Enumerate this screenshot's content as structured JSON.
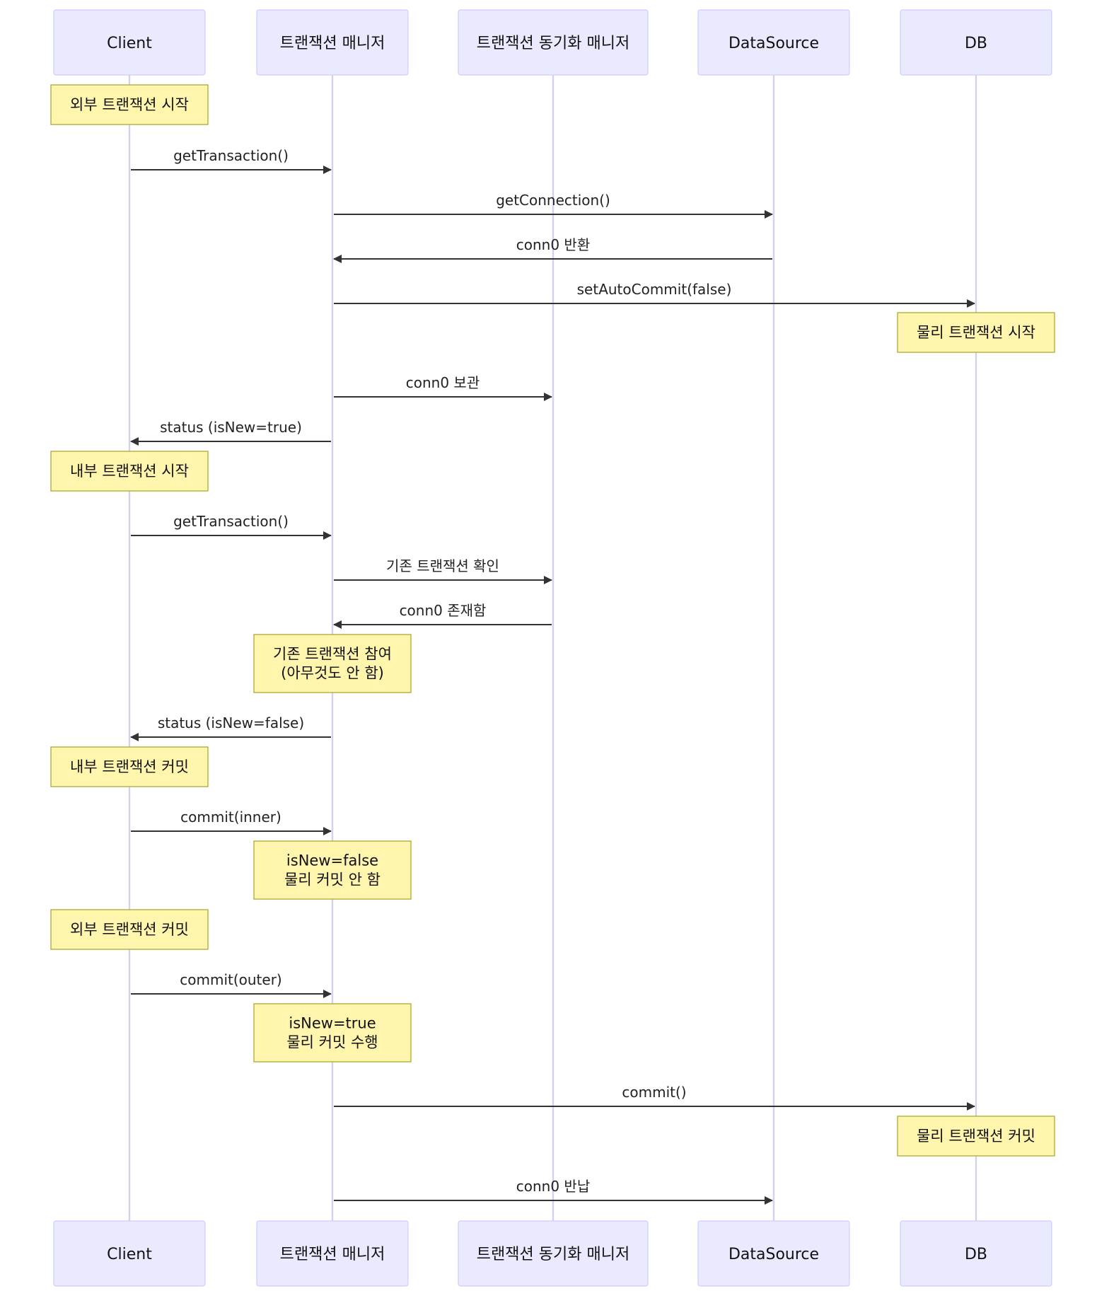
{
  "colors": {
    "actor_fill": "#eaeaff",
    "actor_border": "#ccccff",
    "lifeline": "#d6d0ee",
    "note_fill": "#fff5ad",
    "note_border": "#aaaa33",
    "arrow": "#333333"
  },
  "participants": [
    {
      "id": "client",
      "label": "Client"
    },
    {
      "id": "tm",
      "label": "트랜잭션 매니저"
    },
    {
      "id": "tsm",
      "label": "트랜잭션 동기화 매니저"
    },
    {
      "id": "ds",
      "label": "DataSource"
    },
    {
      "id": "db",
      "label": "DB"
    }
  ],
  "steps": [
    {
      "kind": "note",
      "over": "client",
      "lines": [
        "외부 트랜잭션 시작"
      ]
    },
    {
      "kind": "message",
      "from": "client",
      "to": "tm",
      "label": "getTransaction()"
    },
    {
      "kind": "message",
      "from": "tm",
      "to": "ds",
      "label": "getConnection()"
    },
    {
      "kind": "message",
      "from": "ds",
      "to": "tm",
      "label": "conn0 반환"
    },
    {
      "kind": "message",
      "from": "tm",
      "to": "db",
      "label": "setAutoCommit(false)"
    },
    {
      "kind": "note",
      "over": "db",
      "lines": [
        "물리 트랜잭션 시작"
      ]
    },
    {
      "kind": "message",
      "from": "tm",
      "to": "tsm",
      "label": "conn0 보관"
    },
    {
      "kind": "message",
      "from": "tm",
      "to": "client",
      "label": "status (isNew=true)"
    },
    {
      "kind": "note",
      "over": "client",
      "lines": [
        "내부 트랜잭션 시작"
      ]
    },
    {
      "kind": "message",
      "from": "client",
      "to": "tm",
      "label": "getTransaction()"
    },
    {
      "kind": "message",
      "from": "tm",
      "to": "tsm",
      "label": "기존 트랜잭션 확인"
    },
    {
      "kind": "message",
      "from": "tsm",
      "to": "tm",
      "label": "conn0 존재함"
    },
    {
      "kind": "note",
      "over": "tm",
      "lines": [
        "기존 트랜잭션 참여",
        "(아무것도 안 함)"
      ]
    },
    {
      "kind": "message",
      "from": "tm",
      "to": "client",
      "label": "status (isNew=false)"
    },
    {
      "kind": "note",
      "over": "client",
      "lines": [
        "내부 트랜잭션 커밋"
      ]
    },
    {
      "kind": "message",
      "from": "client",
      "to": "tm",
      "label": "commit(inner)"
    },
    {
      "kind": "note",
      "over": "tm",
      "lines": [
        "isNew=false",
        "물리 커밋 안 함"
      ]
    },
    {
      "kind": "note",
      "over": "client",
      "lines": [
        "외부 트랜잭션 커밋"
      ]
    },
    {
      "kind": "message",
      "from": "client",
      "to": "tm",
      "label": "commit(outer)"
    },
    {
      "kind": "note",
      "over": "tm",
      "lines": [
        "isNew=true",
        "물리 커밋 수행"
      ]
    },
    {
      "kind": "message",
      "from": "tm",
      "to": "db",
      "label": "commit()"
    },
    {
      "kind": "note",
      "over": "db",
      "lines": [
        "물리 트랜잭션 커밋"
      ]
    },
    {
      "kind": "message",
      "from": "tm",
      "to": "ds",
      "label": "conn0 반납"
    }
  ]
}
